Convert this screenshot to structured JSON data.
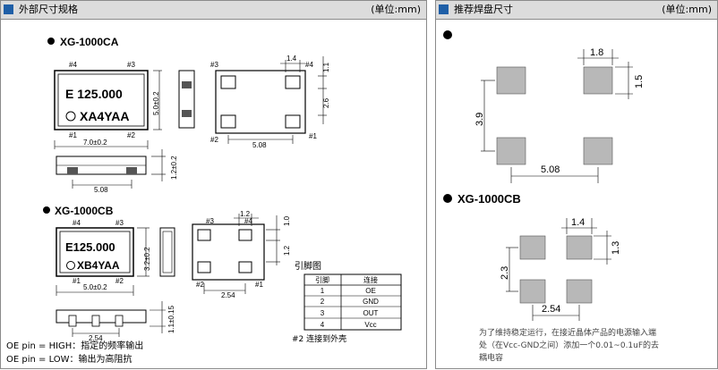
{
  "left_panel": {
    "title": "外部尺寸规格",
    "unit": "(单位:mm)",
    "ca": {
      "model": "XG-1000CA",
      "marking_line1": "E 125.000",
      "marking_line2": "XA4YAA",
      "pins": {
        "p4": "#4",
        "p3": "#3",
        "p1": "#1",
        "p2": "#2"
      },
      "dims": {
        "width": "7.0±0.2",
        "height": "5.0±0.2",
        "side_height": "1.2±0.2",
        "side_width": "5.08",
        "pad_w": "1.4",
        "pad_h": "1.1",
        "pad_gap": "2.6",
        "pitch": "5.08"
      }
    },
    "cb": {
      "model": "XG-1000CB",
      "marking_line1": "E125.000",
      "marking_line2": "XB4YAA",
      "pins": {
        "p4": "#4",
        "p3": "#3",
        "p1": "#1",
        "p2": "#2"
      },
      "dims": {
        "width": "5.0±0.2",
        "height": "3.2±0.2",
        "side_height": "1.1±0.15",
        "side_width": "2.54",
        "pad_w": "1.2",
        "pad_h": "1.0",
        "pad_gap": "1.2",
        "pitch": "2.54"
      }
    },
    "pin_table": {
      "caption": "引脚图",
      "headers": [
        "引脚",
        "连接"
      ],
      "rows": [
        [
          "1",
          "OE"
        ],
        [
          "2",
          "GND"
        ],
        [
          "3",
          "OUT"
        ],
        [
          "4",
          "Vcc"
        ]
      ],
      "note": "#2 连接到外壳"
    },
    "notes": [
      "OE pin = HIGH：指定的频率输出",
      "OE pin = LOW：输出为高阻抗"
    ]
  },
  "right_panel": {
    "title": "推荐焊盘尺寸",
    "unit": "(单位:mm)",
    "ca": {
      "dims": {
        "pad_w": "1.8",
        "pad_h": "1.5",
        "v_pitch": "3.9",
        "h_pitch": "5.08"
      }
    },
    "cb": {
      "model": "XG-1000CB",
      "dims": {
        "pad_w": "1.4",
        "pad_h": "1.3",
        "v_pitch": "2.3",
        "h_pitch": "2.54"
      }
    },
    "note_lines": [
      "为了维持稳定运行，在接近晶体产品的电源输入端",
      "处（在Vcc-GND之间）添加一个0.01~0.1uF的去",
      "耦电容"
    ]
  },
  "colors": {
    "header_bg": "#dcdcdc",
    "header_mark": "#1f5fa7",
    "pad_fill": "#b8b8b8"
  }
}
